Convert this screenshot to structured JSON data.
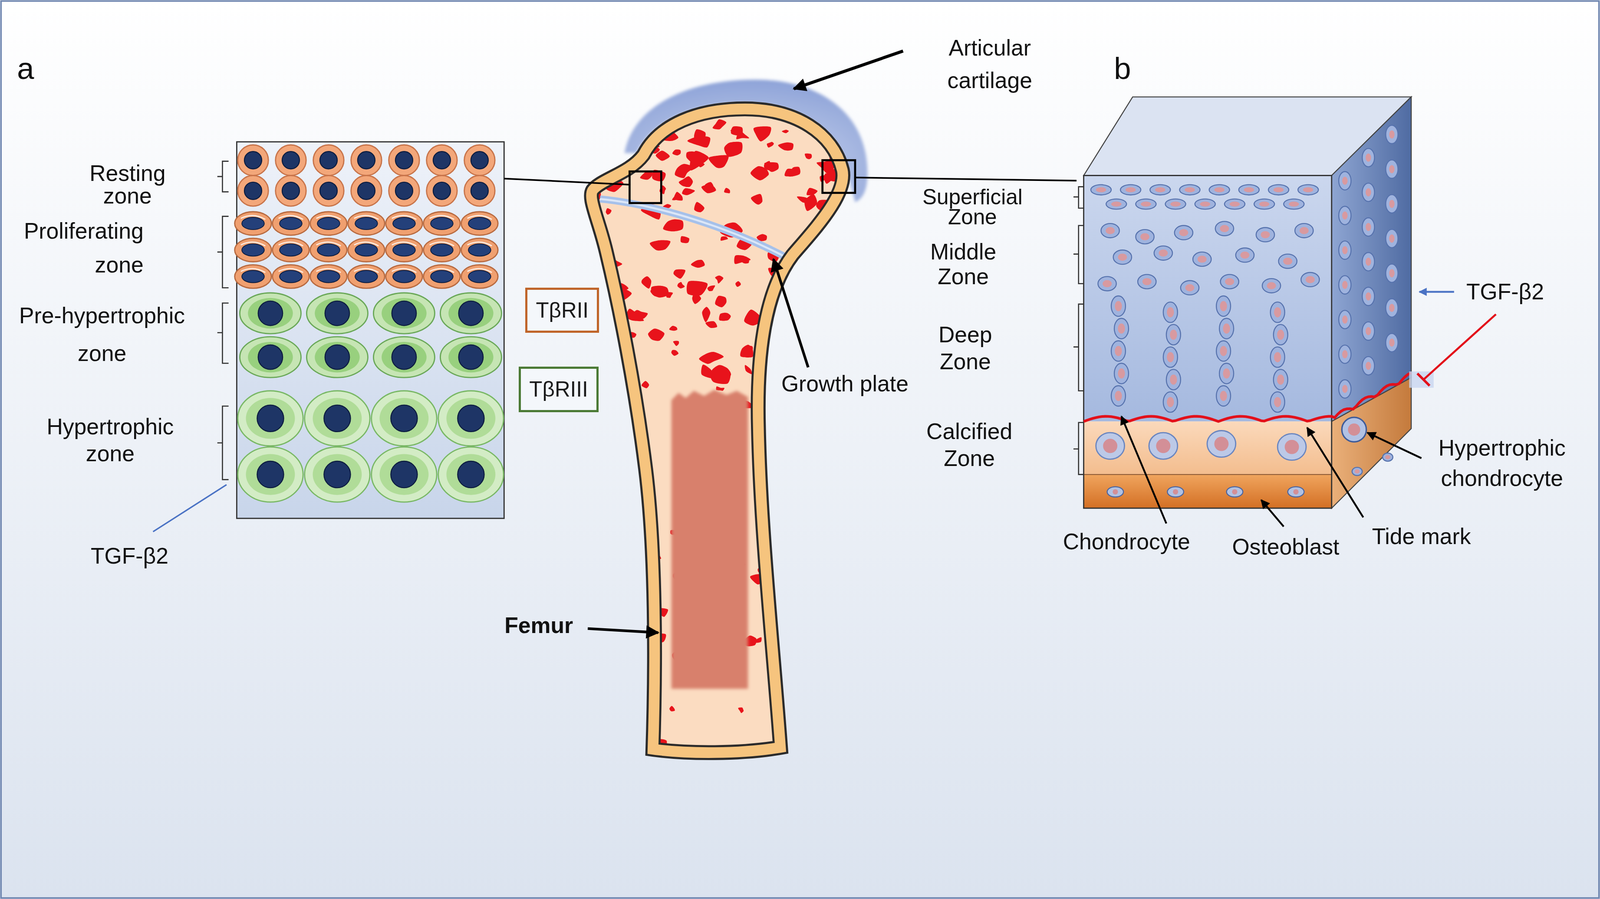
{
  "diagram": {
    "nodes": [
      {
        "text": [
          "TβRII"
        ]
      },
      {
        "text": [
          "TβRIII"
        ]
      }
    ],
    "labels": [
      "a",
      "Resting zone",
      "Proliferating zone",
      "Pre-hypertrophic zone",
      "Hypertrophic zone",
      "TGF-β2",
      "Articular cartilage",
      "Growth plate",
      "Femur",
      "b",
      "Superficial Zone",
      "Middle Zone",
      "Deep Zone",
      "Calcified Zone",
      "TGF-β2",
      "Hypertrophic chondrocyte",
      "Chondrocyte",
      "Osteoblast",
      "Tide mark"
    ]
  }
}
